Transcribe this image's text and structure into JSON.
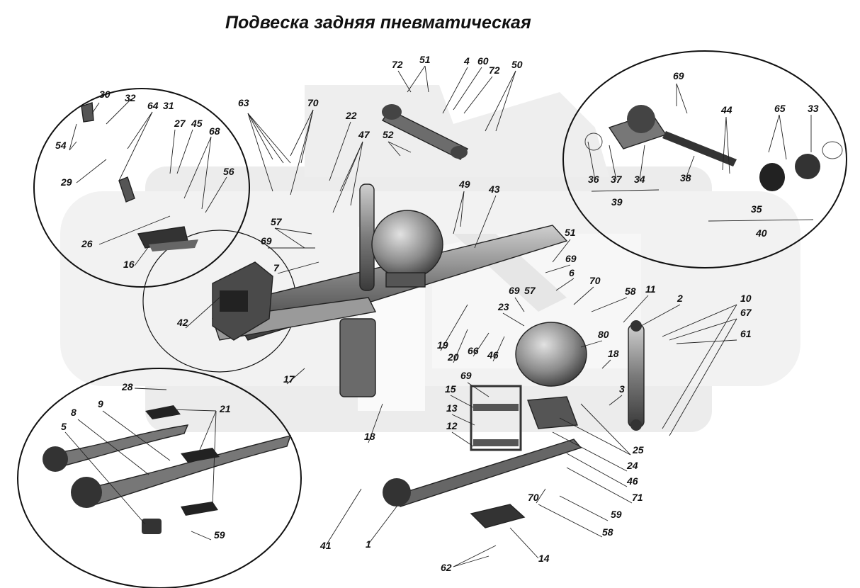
{
  "title": "Подвеска задняя пневматическая",
  "callouts": [
    {
      "id": "c30",
      "text": "30"
    },
    {
      "id": "c32",
      "text": "32"
    },
    {
      "id": "c64",
      "text": "64"
    },
    {
      "id": "c31",
      "text": "31"
    },
    {
      "id": "c27",
      "text": "27"
    },
    {
      "id": "c45",
      "text": "45"
    },
    {
      "id": "c68",
      "text": "68"
    },
    {
      "id": "c54",
      "text": "54"
    },
    {
      "id": "c29",
      "text": "29"
    },
    {
      "id": "c56",
      "text": "56"
    },
    {
      "id": "c26",
      "text": "26"
    },
    {
      "id": "c16",
      "text": "16"
    },
    {
      "id": "c63",
      "text": "63"
    },
    {
      "id": "c70a",
      "text": "70"
    },
    {
      "id": "c22",
      "text": "22"
    },
    {
      "id": "c47",
      "text": "47"
    },
    {
      "id": "c72a",
      "text": "72"
    },
    {
      "id": "c51a",
      "text": "51"
    },
    {
      "id": "c4",
      "text": "4"
    },
    {
      "id": "c60",
      "text": "60"
    },
    {
      "id": "c72b",
      "text": "72"
    },
    {
      "id": "c50",
      "text": "50"
    },
    {
      "id": "c52",
      "text": "52"
    },
    {
      "id": "c49",
      "text": "49"
    },
    {
      "id": "c43",
      "text": "43"
    },
    {
      "id": "c57a",
      "text": "57"
    },
    {
      "id": "c69a",
      "text": "69"
    },
    {
      "id": "c7",
      "text": "7"
    },
    {
      "id": "c42",
      "text": "42"
    },
    {
      "id": "c17",
      "text": "17"
    },
    {
      "id": "c18a",
      "text": "18"
    },
    {
      "id": "c51b",
      "text": "51"
    },
    {
      "id": "c69b",
      "text": "69"
    },
    {
      "id": "c6",
      "text": "6"
    },
    {
      "id": "c70b",
      "text": "70"
    },
    {
      "id": "c58a",
      "text": "58"
    },
    {
      "id": "c11",
      "text": "11"
    },
    {
      "id": "c2",
      "text": "2"
    },
    {
      "id": "c10",
      "text": "10"
    },
    {
      "id": "c67",
      "text": "67"
    },
    {
      "id": "c61",
      "text": "61"
    },
    {
      "id": "c69c",
      "text": "69"
    },
    {
      "id": "c57b",
      "text": "57"
    },
    {
      "id": "c23",
      "text": "23"
    },
    {
      "id": "c19",
      "text": "19"
    },
    {
      "id": "c20",
      "text": "20"
    },
    {
      "id": "c66",
      "text": "66"
    },
    {
      "id": "c46a",
      "text": "46"
    },
    {
      "id": "c80",
      "text": "80"
    },
    {
      "id": "c18b",
      "text": "18"
    },
    {
      "id": "c3",
      "text": "3"
    },
    {
      "id": "c69d",
      "text": "69"
    },
    {
      "id": "c15",
      "text": "15"
    },
    {
      "id": "c13",
      "text": "13"
    },
    {
      "id": "c12",
      "text": "12"
    },
    {
      "id": "c25",
      "text": "25"
    },
    {
      "id": "c24",
      "text": "24"
    },
    {
      "id": "c46b",
      "text": "46"
    },
    {
      "id": "c71",
      "text": "71"
    },
    {
      "id": "c70c",
      "text": "70"
    },
    {
      "id": "c59a",
      "text": "59"
    },
    {
      "id": "c58b",
      "text": "58"
    },
    {
      "id": "c41",
      "text": "41"
    },
    {
      "id": "c1",
      "text": "1"
    },
    {
      "id": "c14",
      "text": "14"
    },
    {
      "id": "c62",
      "text": "62"
    },
    {
      "id": "c28",
      "text": "28"
    },
    {
      "id": "c21",
      "text": "21"
    },
    {
      "id": "c8",
      "text": "8"
    },
    {
      "id": "c9",
      "text": "9"
    },
    {
      "id": "c5",
      "text": "5"
    },
    {
      "id": "c59b",
      "text": "59"
    },
    {
      "id": "c69e",
      "text": "69"
    },
    {
      "id": "c44",
      "text": "44"
    },
    {
      "id": "c65",
      "text": "65"
    },
    {
      "id": "c33",
      "text": "33"
    },
    {
      "id": "c36",
      "text": "36"
    },
    {
      "id": "c37",
      "text": "37"
    },
    {
      "id": "c34",
      "text": "34"
    },
    {
      "id": "c38",
      "text": "38"
    },
    {
      "id": "c39",
      "text": "39"
    },
    {
      "id": "c35",
      "text": "35"
    },
    {
      "id": "c40",
      "text": "40"
    }
  ]
}
